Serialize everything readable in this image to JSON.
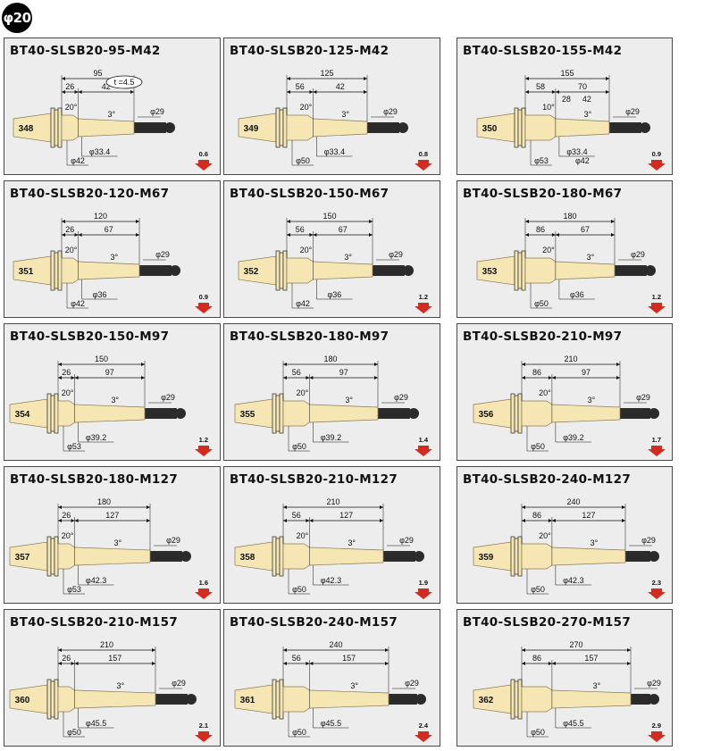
{
  "header": {
    "badge": "φ20"
  },
  "colors": {
    "body": "#f6e6b4",
    "bodyStroke": "#8a7a55",
    "shank": "#2b2b2b",
    "panel": "#ededed",
    "arrow": "#d42b1f"
  },
  "icon": "weight-down-arrow-icon",
  "cards": [
    {
      "title": "BT40-SLSB20-95-M42",
      "no": "348",
      "L": "95",
      "A": "26",
      "B": "42",
      "taper": "3°",
      "angle": "20°",
      "d1": "φ29",
      "d2": "φ33.4",
      "d3": "φ42",
      "weight": "0.6",
      "note": "t =4.5"
    },
    {
      "title": "BT40-SLSB20-125-M42",
      "no": "349",
      "L": "125",
      "A": "56",
      "B": "42",
      "taper": "3°",
      "angle": "20°",
      "d1": "φ29",
      "d2": "φ33.4",
      "d3": "φ50",
      "weight": "0.8"
    },
    {
      "title": "BT40-SLSB20-155-M42",
      "no": "350",
      "L": "155",
      "A": "58",
      "B": "70",
      "C": "28",
      "D": "42",
      "taper": "3°",
      "angle": "10°",
      "d1": "φ29",
      "d2": "φ33.4",
      "d3": "φ53",
      "d4": "φ42",
      "weight": "0.9"
    },
    {
      "title": "BT40-SLSB20-120-M67",
      "no": "351",
      "L": "120",
      "A": "26",
      "B": "67",
      "taper": "3°",
      "angle": "20°",
      "d1": "φ29",
      "d2": "φ36",
      "d3": "φ42",
      "weight": "0.9"
    },
    {
      "title": "BT40-SLSB20-150-M67",
      "no": "352",
      "L": "150",
      "A": "56",
      "B": "67",
      "taper": "3°",
      "angle": "20°",
      "d1": "φ29",
      "d2": "φ36",
      "d3": "φ42",
      "weight": "1.2"
    },
    {
      "title": "BT40-SLSB20-180-M67",
      "no": "353",
      "L": "180",
      "A": "86",
      "B": "67",
      "taper": "3°",
      "angle": "20°",
      "d1": "φ29",
      "d2": "φ36",
      "d3": "φ50",
      "weight": "1.2"
    },
    {
      "title": "BT40-SLSB20-150-M97",
      "no": "354",
      "L": "150",
      "A": "26",
      "B": "97",
      "taper": "3°",
      "angle": "20°",
      "d1": "φ29",
      "d2": "φ39.2",
      "d3": "φ53",
      "weight": "1.2"
    },
    {
      "title": "BT40-SLSB20-180-M97",
      "no": "355",
      "L": "180",
      "A": "56",
      "B": "97",
      "taper": "3°",
      "angle": "20°",
      "d1": "φ29",
      "d2": "φ39.2",
      "d3": "φ50",
      "weight": "1.4"
    },
    {
      "title": "BT40-SLSB20-210-M97",
      "no": "356",
      "L": "210",
      "A": "86",
      "B": "97",
      "taper": "3°",
      "angle": "20°",
      "d1": "φ29",
      "d2": "φ39.2",
      "d3": "φ50",
      "weight": "1.7"
    },
    {
      "title": "BT40-SLSB20-180-M127",
      "no": "357",
      "L": "180",
      "A": "26",
      "B": "127",
      "taper": "3°",
      "angle": "20°",
      "d1": "φ29",
      "d2": "φ42.3",
      "d3": "φ53",
      "weight": "1.6"
    },
    {
      "title": "BT40-SLSB20-210-M127",
      "no": "358",
      "L": "210",
      "A": "56",
      "B": "127",
      "taper": "3°",
      "angle": "20°",
      "d1": "φ29",
      "d2": "φ42.3",
      "d3": "φ50",
      "weight": "1.9"
    },
    {
      "title": "BT40-SLSB20-240-M127",
      "no": "359",
      "L": "240",
      "A": "86",
      "B": "127",
      "taper": "3°",
      "angle": "20°",
      "d1": "φ29",
      "d2": "φ42.3",
      "d3": "φ50",
      "weight": "2.3"
    },
    {
      "title": "BT40-SLSB20-210-M157",
      "no": "360",
      "L": "210",
      "A": "26",
      "B": "157",
      "taper": "3°",
      "d1": "φ29",
      "d2": "φ45.5",
      "d3": "φ50",
      "weight": "2.1"
    },
    {
      "title": "BT40-SLSB20-240-M157",
      "no": "361",
      "L": "240",
      "A": "56",
      "B": "157",
      "taper": "3°",
      "d1": "φ29",
      "d2": "φ45.5",
      "d3": "φ50",
      "weight": "2.4"
    },
    {
      "title": "BT40-SLSB20-270-M157",
      "no": "362",
      "L": "270",
      "A": "86",
      "B": "157",
      "taper": "3°",
      "d1": "φ29",
      "d2": "φ45.5",
      "d3": "φ50",
      "weight": "2.9"
    }
  ]
}
